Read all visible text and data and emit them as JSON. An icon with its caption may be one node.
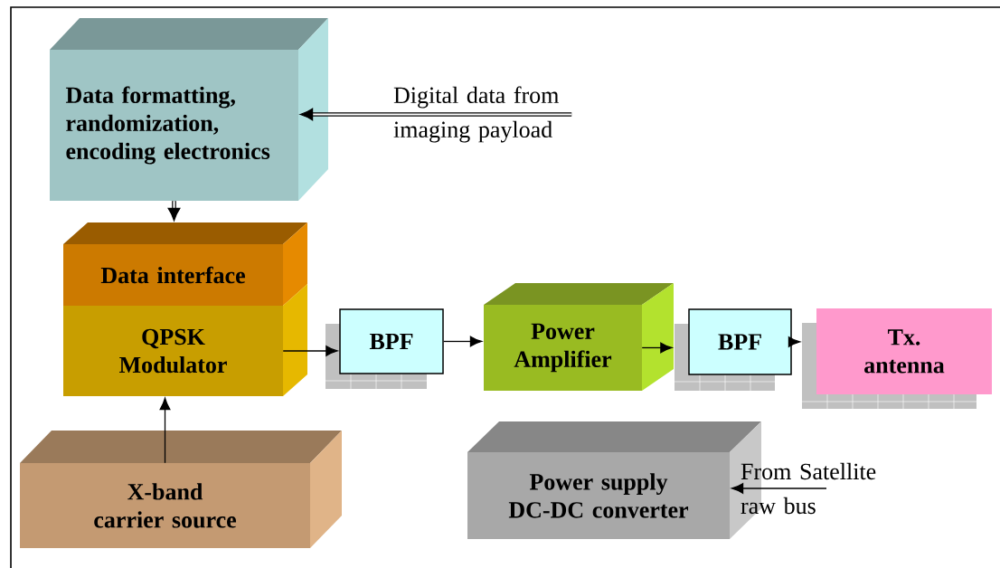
{
  "diagram": {
    "nodes": [
      {
        "text": [
          "Data formatting, randomization, encoding electronics"
        ]
      },
      {
        "text": [
          "Digital data from imaging payload"
        ]
      },
      {
        "text": [
          "Data interface"
        ]
      },
      {
        "text": [
          "QPSK Modulator"
        ]
      },
      {
        "text": [
          "X-band carrier source"
        ]
      },
      {
        "text": [
          "BPF"
        ]
      },
      {
        "text": [
          "Power Amplifier"
        ]
      },
      {
        "text": [
          "BPF"
        ]
      },
      {
        "text": [
          "Tx. antenna"
        ]
      },
      {
        "text": [
          "Power supply DC-DC converter"
        ]
      },
      {
        "text": [
          "From Satellite raw bus"
        ]
      }
    ],
    "edges": [
      {
        "from": 1,
        "to": 0,
        "arrow": "to",
        "style": "thick"
      },
      {
        "from": 0,
        "to": 2,
        "arrow": "to",
        "style": "thick"
      },
      {
        "from": 4,
        "to": 3,
        "arrow": "to"
      },
      {
        "from": 3,
        "to": 5,
        "arrow": "to"
      },
      {
        "from": 5,
        "to": 6,
        "arrow": "to"
      },
      {
        "from": 6,
        "to": 7,
        "arrow": "to"
      },
      {
        "from": 7,
        "to": 8,
        "arrow": "to"
      },
      {
        "from": 10,
        "to": 9,
        "arrow": "to"
      }
    ]
  }
}
